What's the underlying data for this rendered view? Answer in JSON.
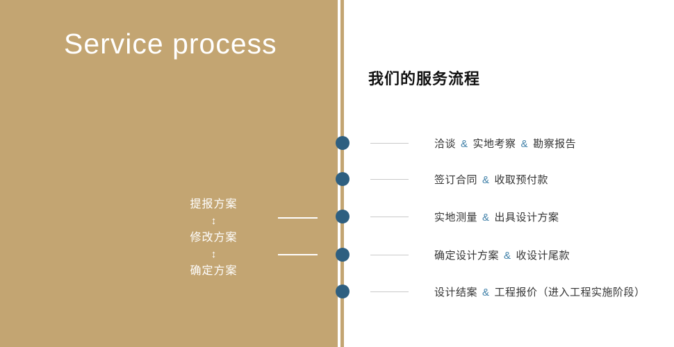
{
  "page": {
    "title_en": "Service process",
    "heading_cn": "我们的服务流程"
  },
  "left_flow": {
    "arrow": "↕",
    "steps": [
      "提报方案",
      "修改方案",
      "确定方案"
    ]
  },
  "timeline": {
    "amp": "&",
    "items": [
      {
        "seg1": "洽谈",
        "seg2": "实地考察",
        "seg3": "勘察报告"
      },
      {
        "seg1": "签订合同",
        "seg2": "收取预付款"
      },
      {
        "seg1": "实地测量",
        "seg2": "出具设计方案"
      },
      {
        "seg1": "确定设计方案",
        "seg2": "收设计尾款"
      },
      {
        "seg1": "设计结案",
        "seg2": "工程报价（进入工程实施阶段）"
      }
    ]
  },
  "colors": {
    "tan": "#c3a572",
    "dot": "#2e5f80",
    "amp": "#4080a8",
    "textDark": "#333333",
    "grayline": "#c9c9c9"
  }
}
